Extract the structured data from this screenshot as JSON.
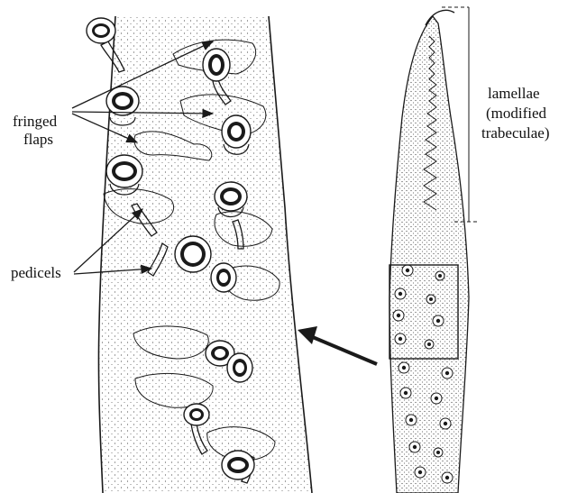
{
  "labels": {
    "fringed_line1": "fringed",
    "fringed_line2": "flaps",
    "pedicels": "pedicels",
    "lamellae_line1": "lamellae",
    "lamellae_line2": "(modified",
    "lamellae_line3": "trabeculae)"
  },
  "colors": {
    "ink": "#1a1a1a",
    "paper": "#ffffff",
    "stipple": "#555555"
  }
}
